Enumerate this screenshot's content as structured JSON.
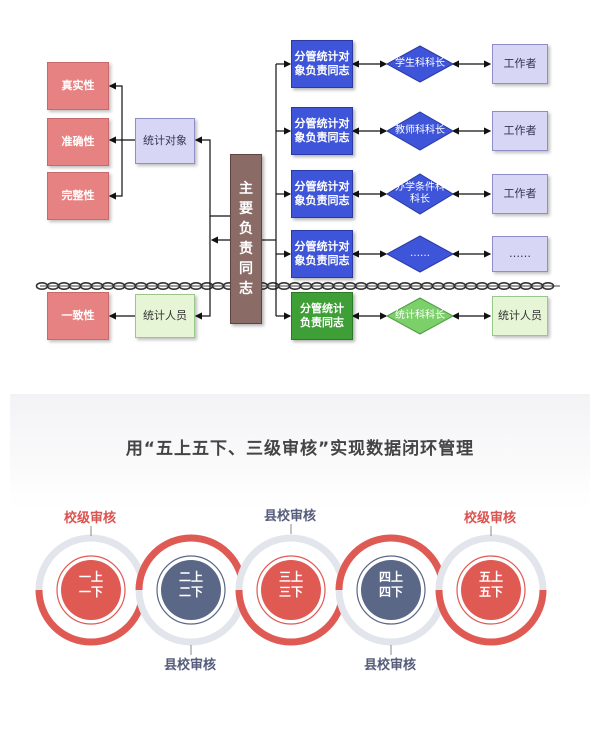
{
  "colors": {
    "pink": "#e78282",
    "lavender": "#d7d7f5",
    "light_green": "#e6f5d5",
    "blue": "#3f55d9",
    "green": "#3f9f37",
    "main_brown": "#8a6b66",
    "circle_red": "#e05a54",
    "circle_gray": "#5b6787",
    "ring_gray": "#e3e5ec"
  },
  "diagram": {
    "qualities": [
      "真实性",
      "准确性",
      "完整性"
    ],
    "consistency": "一致性",
    "stat_object": "统计对象",
    "stat_staff": "统计人员",
    "main": [
      "主",
      "要",
      "负",
      "责",
      "同",
      "志"
    ],
    "divisions": [
      {
        "label": [
          "分管统计对",
          "象负责同志"
        ],
        "dept": [
          "学生科科长"
        ],
        "worker": "工作者"
      },
      {
        "label": [
          "分管统计对",
          "象负责同志"
        ],
        "dept": [
          "教师科科长"
        ],
        "worker": "工作者"
      },
      {
        "label": [
          "分管统计对",
          "象负责同志"
        ],
        "dept": [
          "办学条件科",
          "科长"
        ],
        "worker": "工作者"
      },
      {
        "label": [
          "分管统计对",
          "象负责同志"
        ],
        "dept": [
          "……"
        ],
        "worker": "……"
      }
    ],
    "stat_division": {
      "label": [
        "分管统计",
        "负责同志"
      ],
      "dept": [
        "统计科科长"
      ],
      "worker": "统计人员"
    }
  },
  "process": {
    "title": "用“五上五下、三级审核”实现数据闭环管理",
    "top_labels": [
      "校级审核",
      "县校审核",
      "校级审核"
    ],
    "bottom_labels": [
      "县校审核",
      "县校审核"
    ],
    "steps": [
      {
        "l1": "一上",
        "l2": "一下",
        "tone": "red"
      },
      {
        "l1": "二上",
        "l2": "二下",
        "tone": "gray"
      },
      {
        "l1": "三上",
        "l2": "三下",
        "tone": "red"
      },
      {
        "l1": "四上",
        "l2": "四下",
        "tone": "gray"
      },
      {
        "l1": "五上",
        "l2": "五下",
        "tone": "red"
      }
    ]
  }
}
